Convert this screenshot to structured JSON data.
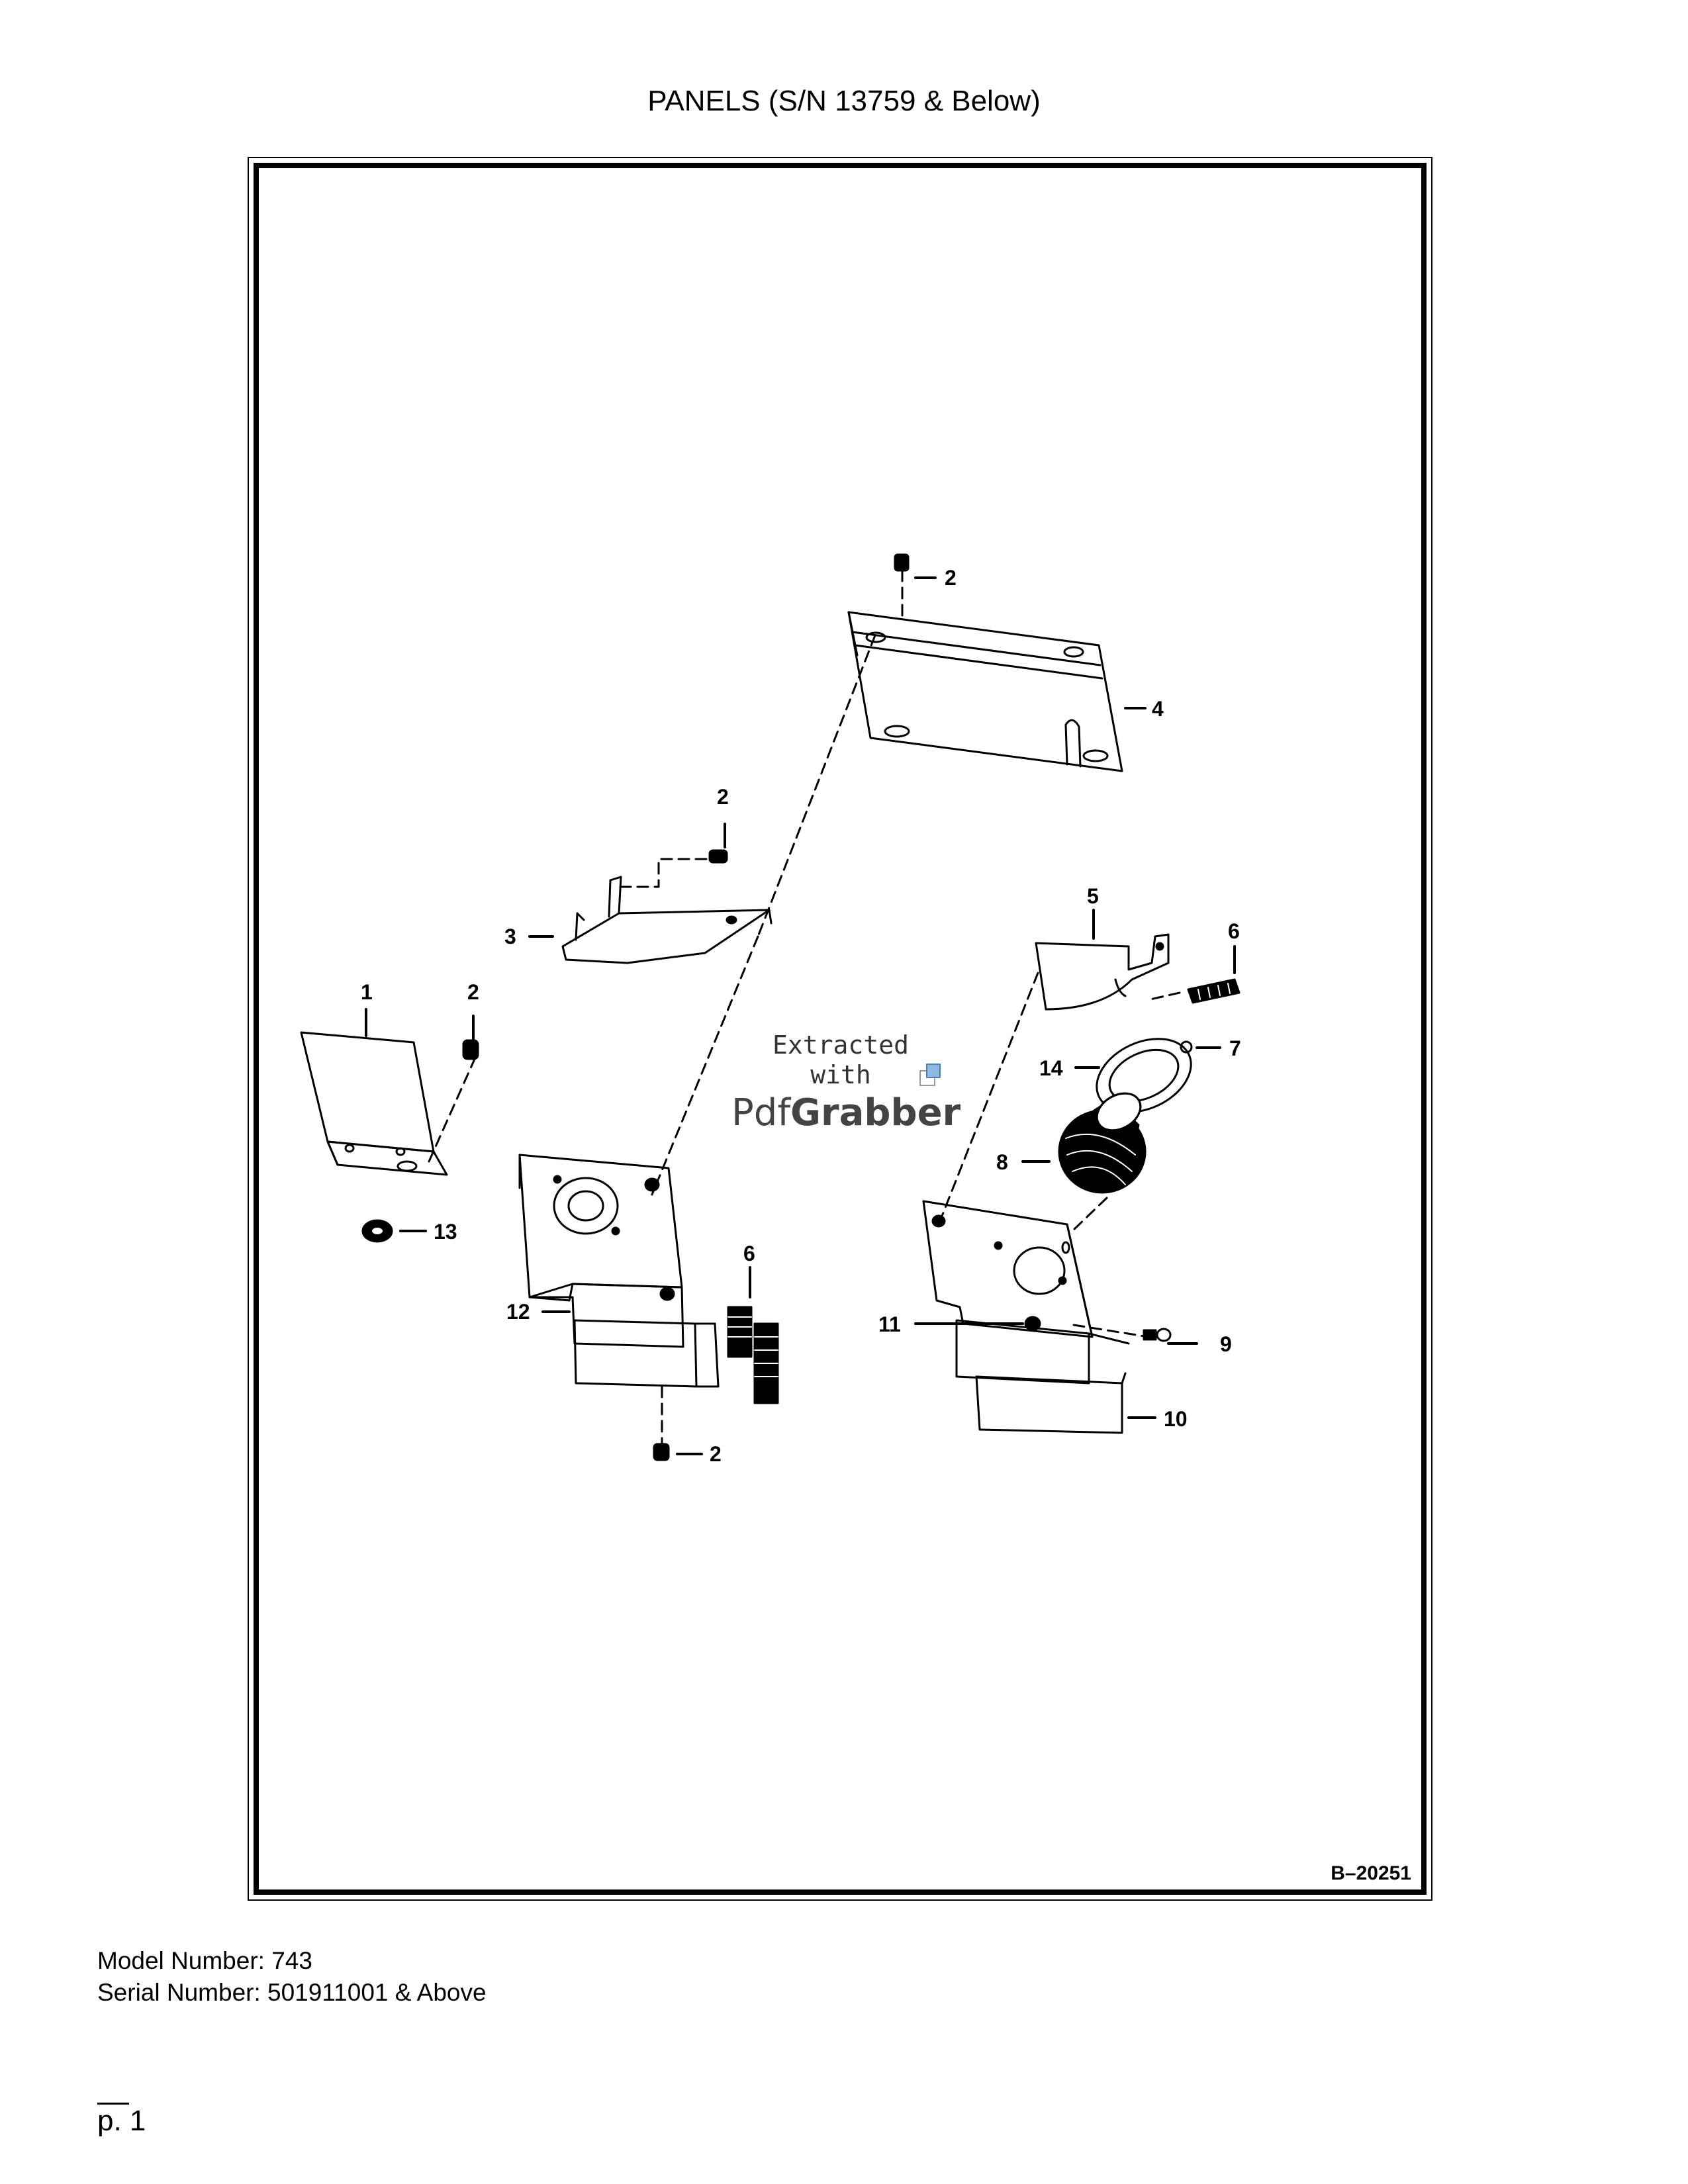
{
  "page": {
    "title": "PANELS (S/N 13759 & Below)",
    "drawing_number": "B–20251",
    "page_number": "p. 1"
  },
  "footer": {
    "model_label": "Model Number: 743",
    "serial_label": "Serial Number: 501911001 & Above"
  },
  "watermark": {
    "line1": "Extracted",
    "line2": "with",
    "brand_a": "Pdf",
    "brand_b": "Grabber"
  },
  "callouts": {
    "top_bolt": "2",
    "panel_4": "4",
    "bracket_bolt": "2",
    "bracket_3": "3",
    "left_panel_1": "1",
    "left_bolt": "2",
    "grommet_13": "13",
    "left_plate_12": "12",
    "left_seal_6": "6",
    "bottom_bolt": "2",
    "right_cover_5": "5",
    "right_seal_6": "6",
    "screw_7": "7",
    "gasket_14": "14",
    "boot_8": "8",
    "nut_11": "11",
    "bolt_9": "9",
    "right_plate_10": "10"
  }
}
